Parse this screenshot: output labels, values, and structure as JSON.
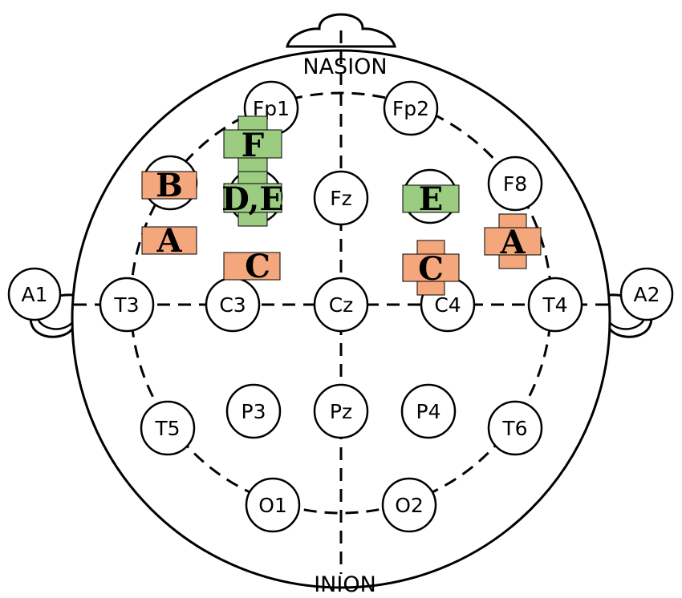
{
  "landmarks": {
    "top": "NASION",
    "bottom": "INION"
  },
  "electrodes": {
    "Fp1": "Fp1",
    "Fp2": "Fp2",
    "F8": "F8",
    "Fz": "Fz",
    "T3": "T3",
    "C3": "C3",
    "Cz": "Cz",
    "C4": "C4",
    "T4": "T4",
    "T5": "T5",
    "P3": "P3",
    "Pz": "Pz",
    "P4": "P4",
    "T6": "T6",
    "O1": "O1",
    "O2": "O2",
    "A1": "A1",
    "A2": "A2"
  },
  "markers": {
    "F": "F",
    "DE": "D,E",
    "E_right": "E",
    "B": "B",
    "A_left": "A",
    "C_left": "C",
    "C_right": "C",
    "A_right": "A"
  },
  "colors": {
    "orange": "#F4A77C",
    "green": "#9CCB82"
  }
}
